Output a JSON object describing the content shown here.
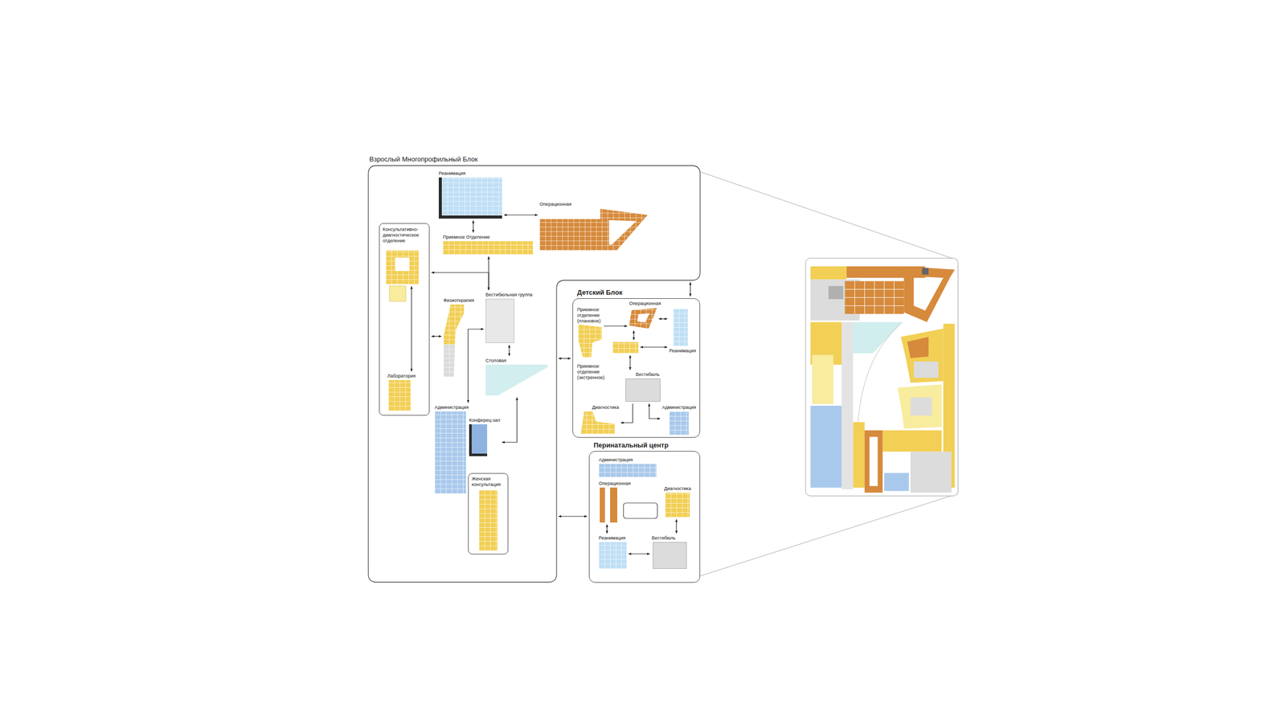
{
  "diagram": {
    "nodes": [
      {
        "text": [
          "Взрослый Многопрофильный Блок"
        ]
      },
      {
        "text": [
          "Реанимация"
        ],
        "in": 0
      },
      {
        "text": [
          "Операционная"
        ],
        "in": 0
      },
      {
        "text": [
          "Приемное Отделение"
        ],
        "in": 0
      },
      {
        "text": [
          "Консультативно-диагностическое отделение"
        ],
        "in": 0
      },
      {
        "text": [
          "Лаборатория"
        ],
        "in": 4
      },
      {
        "text": [
          "Физиотерапия"
        ],
        "in": 0
      },
      {
        "text": [
          "Вестибюльная группа"
        ],
        "in": 0
      },
      {
        "text": [
          "Столовая"
        ],
        "in": 0
      },
      {
        "text": [
          "Администрация"
        ],
        "in": 0
      },
      {
        "text": [
          "Конферец-зал"
        ],
        "in": 0
      },
      {
        "text": [
          "Женская консультация"
        ],
        "in": 0
      },
      {
        "text": [
          "Детский Блок"
        ]
      },
      {
        "text": [
          "Приемное отделение (плановое)"
        ],
        "in": 12
      },
      {
        "text": [
          "Операционная"
        ],
        "in": 12
      },
      {
        "text": [
          "Реанимация"
        ],
        "in": 12
      },
      {
        "text": [
          "Приемное отделение (экстренное)"
        ],
        "in": 12
      },
      {
        "text": [
          "Вестибюль"
        ],
        "in": 12
      },
      {
        "text": [
          "Диагностика"
        ],
        "in": 12
      },
      {
        "text": [
          "Администрация"
        ],
        "in": 12
      },
      {
        "text": [
          "Перинатальный центр"
        ]
      },
      {
        "text": [
          "Администрация"
        ],
        "in": 20
      },
      {
        "text": [
          "Операционная"
        ],
        "in": 20
      },
      {
        "text": [
          "Диагностика"
        ],
        "in": 20
      },
      {
        "text": [
          "Реанимация"
        ],
        "in": 20
      },
      {
        "text": [
          "Вестибюль"
        ],
        "in": 20
      }
    ],
    "edges": [
      {
        "from": 1,
        "to": 2,
        "arrow": "both"
      },
      {
        "from": 1,
        "to": 3,
        "arrow": "both"
      },
      {
        "from": 3,
        "to": 7,
        "arrow": "both"
      },
      {
        "from": 7,
        "to": 4,
        "arrow": "to"
      },
      {
        "from": 4,
        "to": 6,
        "arrow": "both"
      },
      {
        "from": 4,
        "to": 5,
        "arrow": "both"
      },
      {
        "from": 7,
        "to": 9,
        "arrow": "both"
      },
      {
        "from": 7,
        "to": 8,
        "arrow": "both"
      },
      {
        "from": 8,
        "to": 10,
        "arrow": "both"
      },
      {
        "from": 0,
        "to": 12,
        "arrow": "both"
      },
      {
        "from": 0,
        "to": 12,
        "arrow": "both"
      },
      {
        "from": 0,
        "to": 20,
        "arrow": "both"
      },
      {
        "from": 13,
        "to": 14,
        "arrow": "to"
      },
      {
        "from": 14,
        "to": 15,
        "arrow": "both"
      },
      {
        "from": 16,
        "to": 14,
        "arrow": "both"
      },
      {
        "from": 16,
        "to": 15,
        "arrow": "both"
      },
      {
        "from": 16,
        "to": 17,
        "arrow": "both"
      },
      {
        "from": 17,
        "to": 18,
        "arrow": "to"
      },
      {
        "from": 17,
        "to": 19,
        "arrow": "both"
      },
      {
        "from": 22,
        "to": 24,
        "arrow": "both"
      },
      {
        "from": 23,
        "to": 25,
        "arrow": "both"
      },
      {
        "from": 24,
        "to": 25,
        "arrow": "both"
      }
    ]
  }
}
